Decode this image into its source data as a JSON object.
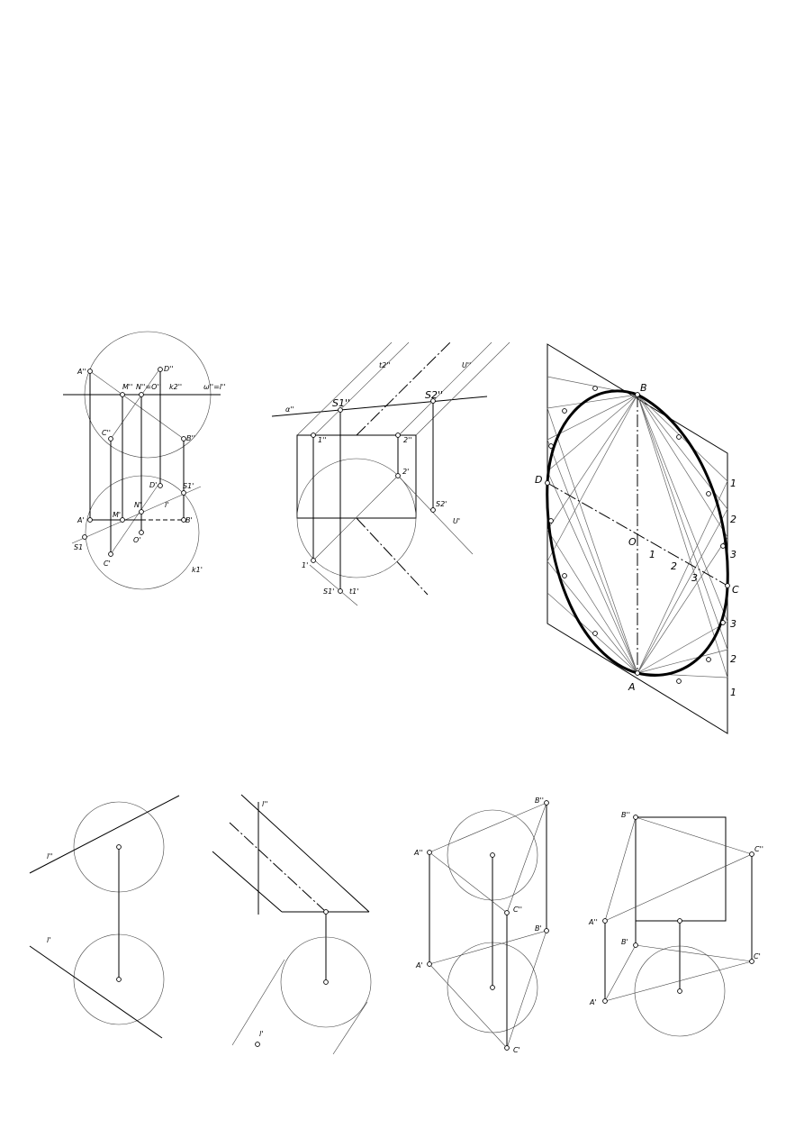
{
  "figure1": {
    "labels": [
      "A''",
      "M''",
      "N''=O''",
      "k2''",
      "D''",
      "ω''=l''",
      "C''",
      "B''",
      "D'",
      "S1'",
      "N'",
      "l'",
      "A'",
      "M'",
      "B'",
      "S1",
      "O'",
      "C'",
      "k1'"
    ]
  },
  "figure2": {
    "labels": [
      "t2''",
      "U''",
      "α''",
      "S1''",
      "S2''",
      "1''",
      "2''",
      "2'",
      "S2'",
      "U'",
      "1'",
      "S1'",
      "t1'"
    ]
  },
  "figure3": {
    "labels": [
      "B",
      "D",
      "O",
      "1",
      "2",
      "3",
      "C",
      "3",
      "2",
      "1",
      "1",
      "2",
      "3",
      "A"
    ]
  },
  "figure4": {
    "labels": [
      "l''",
      "l'"
    ]
  },
  "figure5": {
    "labels": [
      "l''",
      "l'"
    ]
  },
  "figure6": {
    "labels": [
      "B''",
      "A''",
      "C''",
      "B'",
      "A'",
      "C'"
    ]
  },
  "figure7": {
    "labels": [
      "B''",
      "C''",
      "A''",
      "B'",
      "C'",
      "A'"
    ]
  }
}
